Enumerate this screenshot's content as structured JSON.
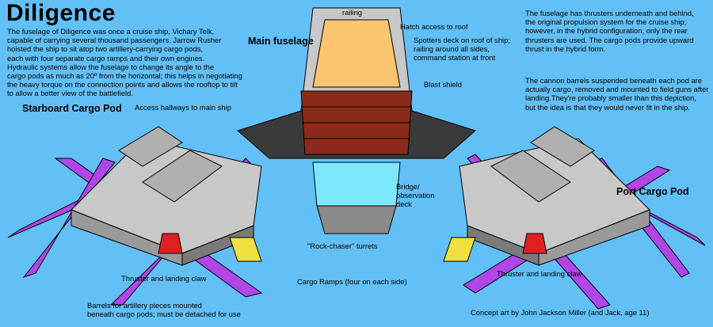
{
  "title": "Diligence",
  "intro": "The fuselage of Diligence was once a cruise ship, Vichary Telk,\ncapable of carrying several thousand passengers. Jarrow Rusher\nhoisted the ship to sit atop two artillery-carrying cargo pods,\neach with four separate cargo ramps and their own engines.\nHydraulic systems allow the fuselage to change its angle to the\ncargo pods as much as 20º from the horizontal; this helps in negotiating\nthe heavy torque on the connection points and allows the rooftop to tilt\nto allow a better view of the battlefield.",
  "notes": {
    "thrusters": "The fuselage has thrusters underneath and behind,\nthe original propulsion system for the cruise ship;\nhowever, in the hybrid configuration, only the rear\nthrusters are used. The cargo pods provide upward\nthrust in the hybrid form.",
    "cannons": "The cannon barrels suspended beneath each pod are\nactually cargo, removed and mounted to field guns after\nlanding.They're probably smaller than this depiction,\nbut the idea is that they would never fit in the ship."
  },
  "labels": {
    "starboard": "Starboard Cargo Pod",
    "port": "Port Cargo Pod",
    "main": "Main fuselage",
    "railing": "railing",
    "hatch": "Hatch access to roof",
    "spotters": "Spotters deck on roof of ship;\nrailing around all sides,\ncommand station at front",
    "blast": "Blast shield",
    "access": "Access hallways to main ship",
    "bridge": "Bridge/\nobservation\ndeck",
    "turrets": "\"Rock-chaser\" turrets",
    "thruster_left": "Thruster and landing claw",
    "thruster_right": "Thruster and landing claw",
    "ramps": "Cargo Ramps (four on each side)",
    "barrels": "Barrels for artillery pieces mounted\nbeneath cargo pods; must be detached for use",
    "credit": "Concept art by John Jackson Miller (and Jack, age 11)"
  },
  "colors": {
    "background": "#63c0f6",
    "roof": "#fbc66f",
    "blast": "#8b2a1a",
    "bridge": "#7de8fb",
    "barrel": "#b046e8",
    "hull": "#c8c8c8",
    "dark": "#3a3a3a"
  }
}
